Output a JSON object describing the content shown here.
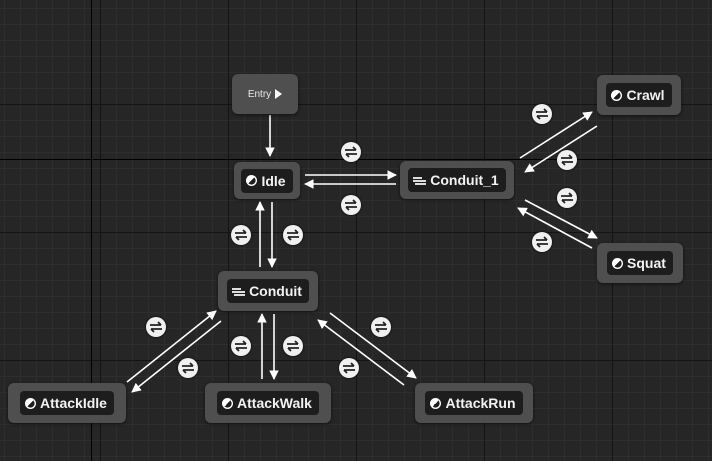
{
  "graph": {
    "entry": {
      "label": "Entry"
    },
    "nodes": [
      {
        "id": "idle",
        "label": "Idle",
        "kind": "state"
      },
      {
        "id": "conduit_1",
        "label": "Conduit_1",
        "kind": "conduit"
      },
      {
        "id": "crawl",
        "label": "Crawl",
        "kind": "state"
      },
      {
        "id": "squat",
        "label": "Squat",
        "kind": "state"
      },
      {
        "id": "conduit",
        "label": "Conduit",
        "kind": "conduit"
      },
      {
        "id": "attackidle",
        "label": "AttackIdle",
        "kind": "state"
      },
      {
        "id": "attackwalk",
        "label": "AttackWalk",
        "kind": "state"
      },
      {
        "id": "attackrun",
        "label": "AttackRun",
        "kind": "state"
      }
    ],
    "transitions": [
      {
        "from": "entry",
        "to": "idle"
      },
      {
        "from": "idle",
        "to": "conduit_1"
      },
      {
        "from": "conduit_1",
        "to": "idle"
      },
      {
        "from": "conduit_1",
        "to": "crawl"
      },
      {
        "from": "crawl",
        "to": "conduit_1"
      },
      {
        "from": "conduit_1",
        "to": "squat"
      },
      {
        "from": "squat",
        "to": "conduit_1"
      },
      {
        "from": "idle",
        "to": "conduit"
      },
      {
        "from": "conduit",
        "to": "idle"
      },
      {
        "from": "attackidle",
        "to": "conduit"
      },
      {
        "from": "conduit",
        "to": "attackidle"
      },
      {
        "from": "conduit",
        "to": "attackwalk"
      },
      {
        "from": "attackwalk",
        "to": "conduit"
      },
      {
        "from": "conduit",
        "to": "attackrun"
      },
      {
        "from": "attackrun",
        "to": "conduit"
      }
    ],
    "colors": {
      "canvas": "#262626",
      "node": "#4f4f4f",
      "node_inner": "#1d1d1d",
      "wire": "#ffffff",
      "badge": "#f0f0f0"
    },
    "icons": {
      "state": "state-half-circle-icon",
      "conduit": "conduit-lines-icon",
      "transition": "transition-arrows-icon",
      "entry": "play-icon"
    }
  }
}
